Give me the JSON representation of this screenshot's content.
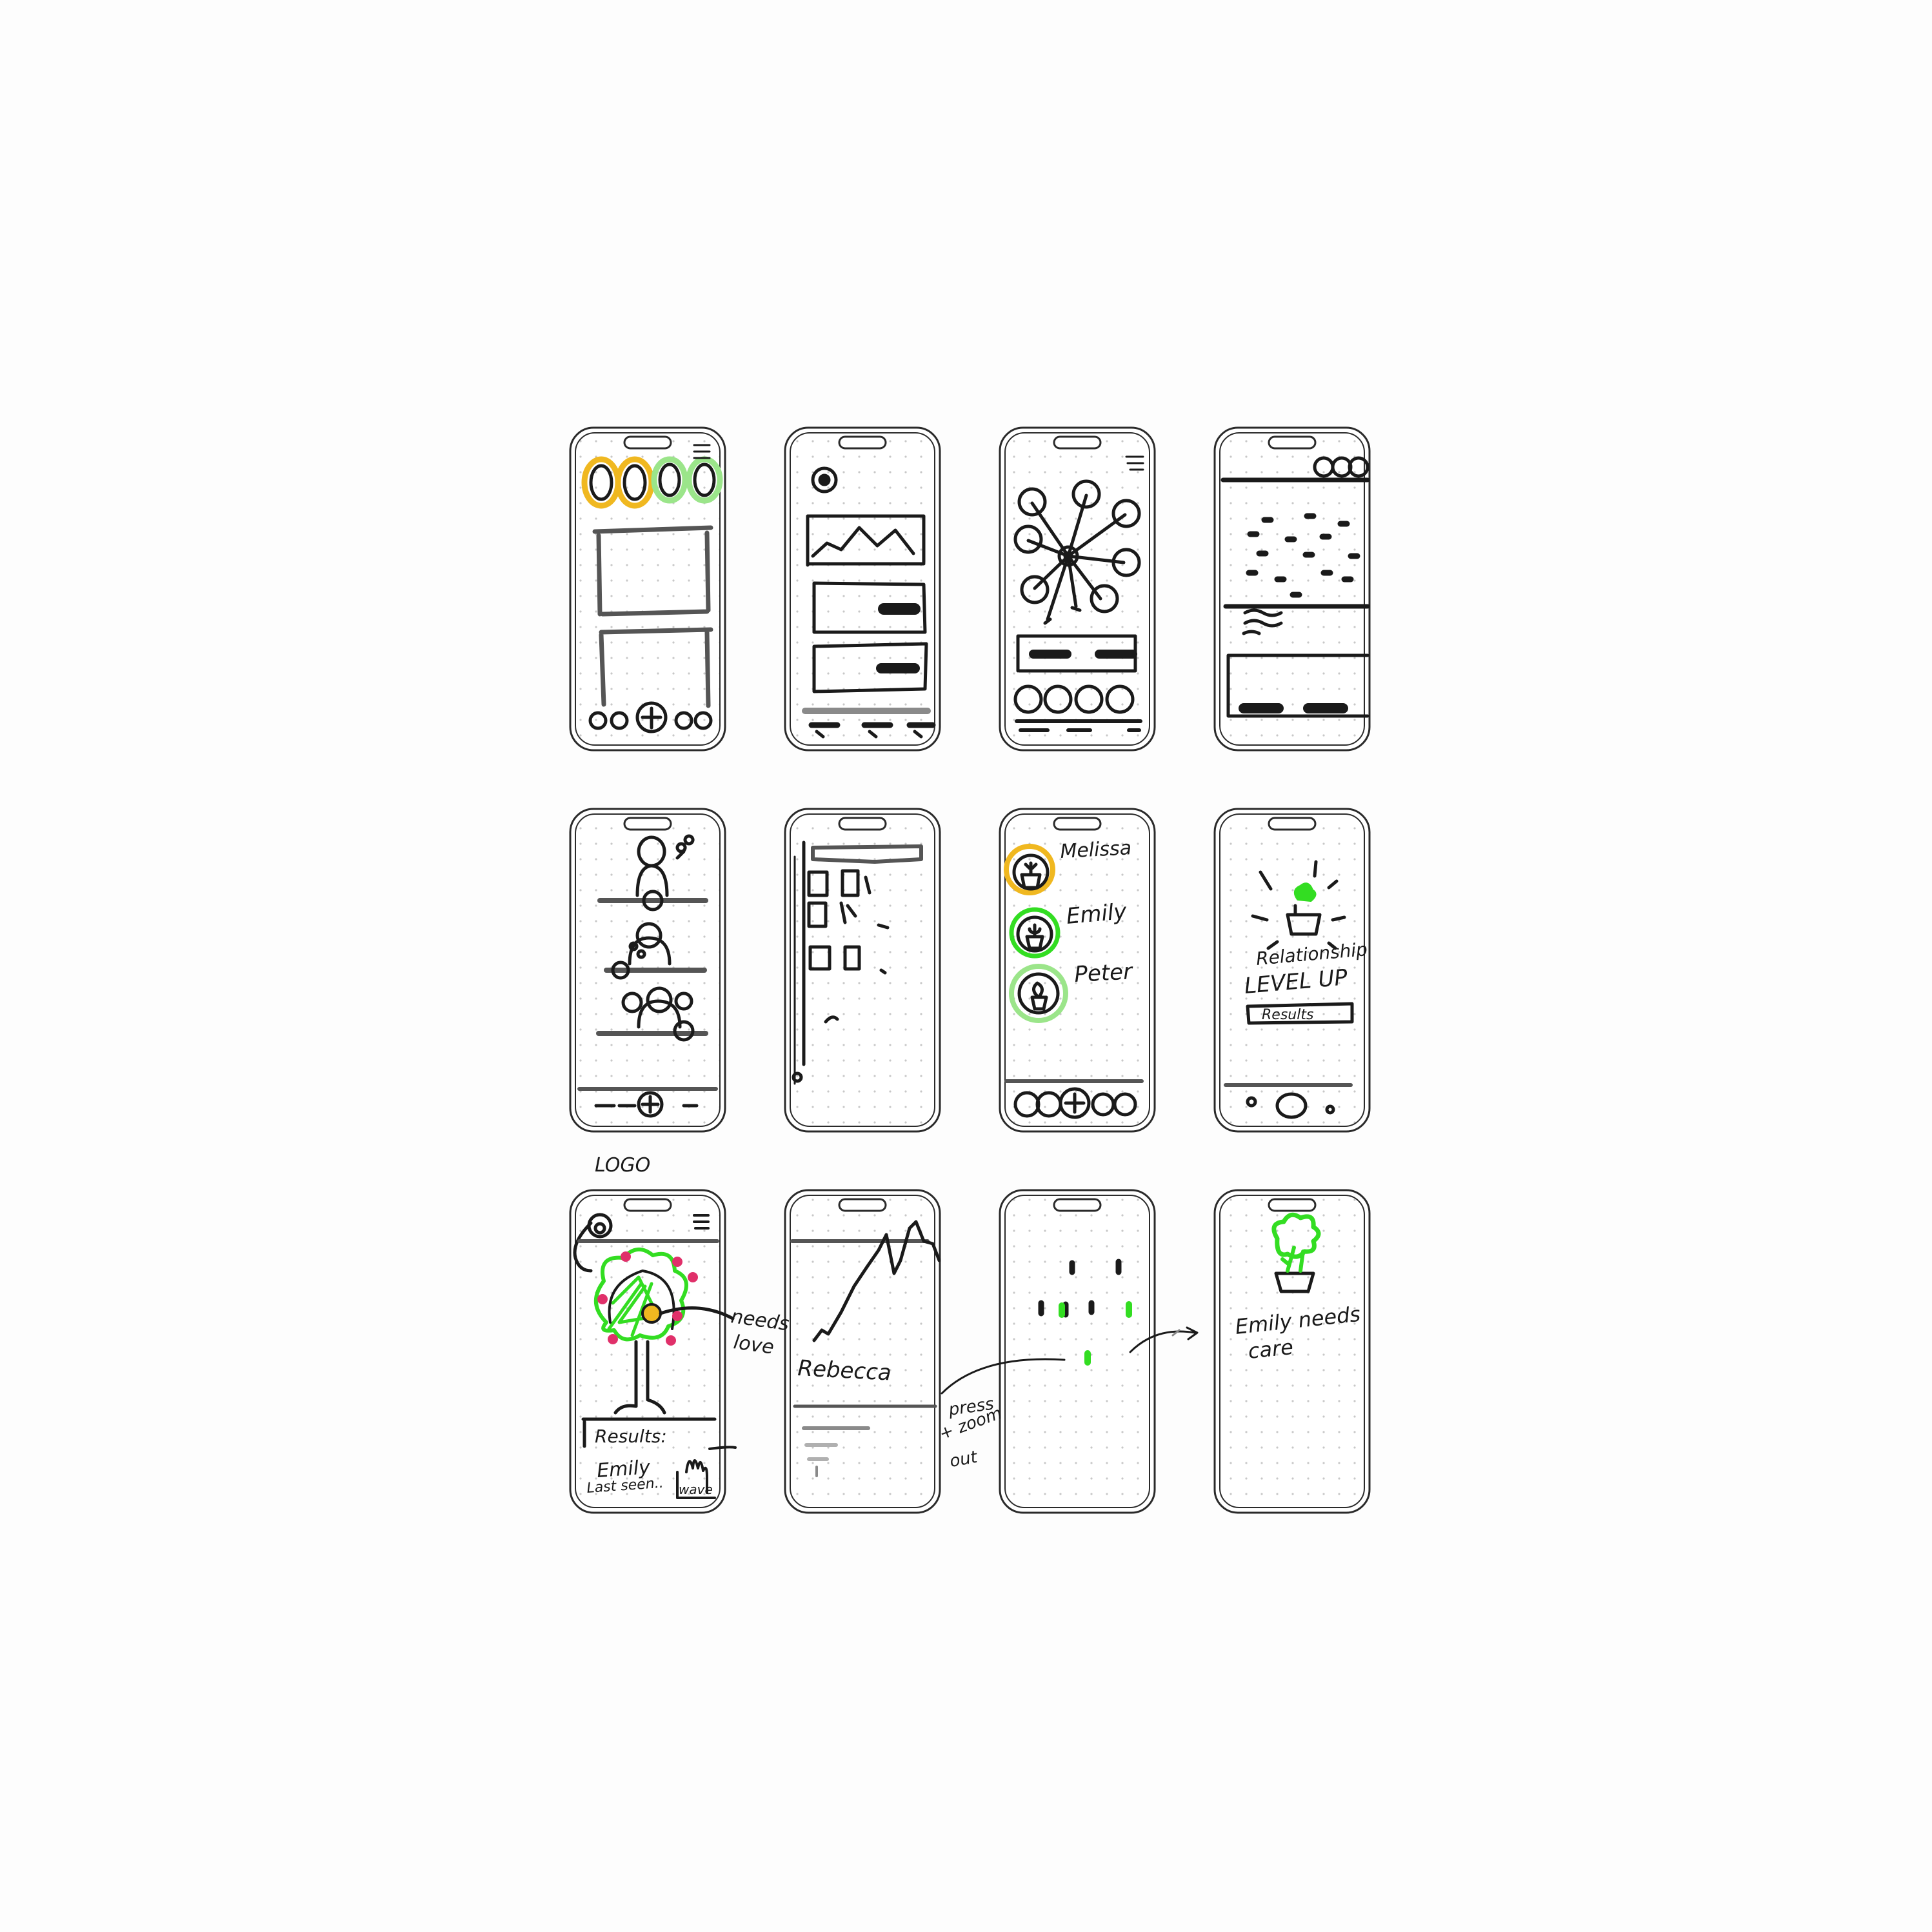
{
  "canvas": {
    "background": "#fdfdfd"
  },
  "colors": {
    "ink": "#1a1a1a",
    "frame": "#2a2a2a",
    "grey_bar": "#8a8a8a",
    "dot": "#c8c8c8",
    "green": "#33dd22",
    "light_green": "#9be58a",
    "yellow": "#f0b820",
    "pink": "#e0306a"
  },
  "layout": {
    "rows": 3,
    "columns": 4
  },
  "annotations": {
    "logo": "LOGO",
    "needs_love": [
      "needs",
      "love"
    ],
    "results_header": "Results:",
    "results_name": "Emily",
    "results_sub": "Last seen..",
    "wave": "wave",
    "rebecca": "Rebecca",
    "press_zoom": [
      "press",
      "+ zoom",
      "out"
    ],
    "emily_needs_care": [
      "Emily needs",
      "care"
    ]
  },
  "screens": {
    "friends_list": {
      "names": [
        "Melissa",
        "Emily",
        "Peter"
      ],
      "ring_colors": [
        "#f0b820",
        "#33dd22",
        "#9be58a"
      ]
    },
    "level_up": {
      "title_line1": "Relationship",
      "title_line2": "LEVEL UP",
      "button": "Results"
    }
  },
  "icons": [
    "hamburger-menu-icon",
    "plus-icon",
    "logo-icon",
    "plant-pot-icon",
    "person-icon"
  ]
}
